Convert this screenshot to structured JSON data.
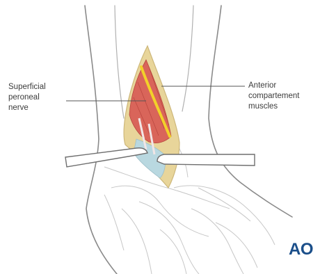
{
  "labels": {
    "left": "Superficial\nperoneal\nnerve",
    "right": "Anterior\ncompartement\nmuscles"
  },
  "logo_text": "AO",
  "colors": {
    "muscle": "#d9655a",
    "muscle_dark": "#b8453e",
    "nerve": "#f2d12a",
    "fat": "#e8d59a",
    "skin_edge": "#cdb77a",
    "bone_blue": "#b9d8e0",
    "outline": "#8a8a8a",
    "logo": "#1b4f8a"
  }
}
